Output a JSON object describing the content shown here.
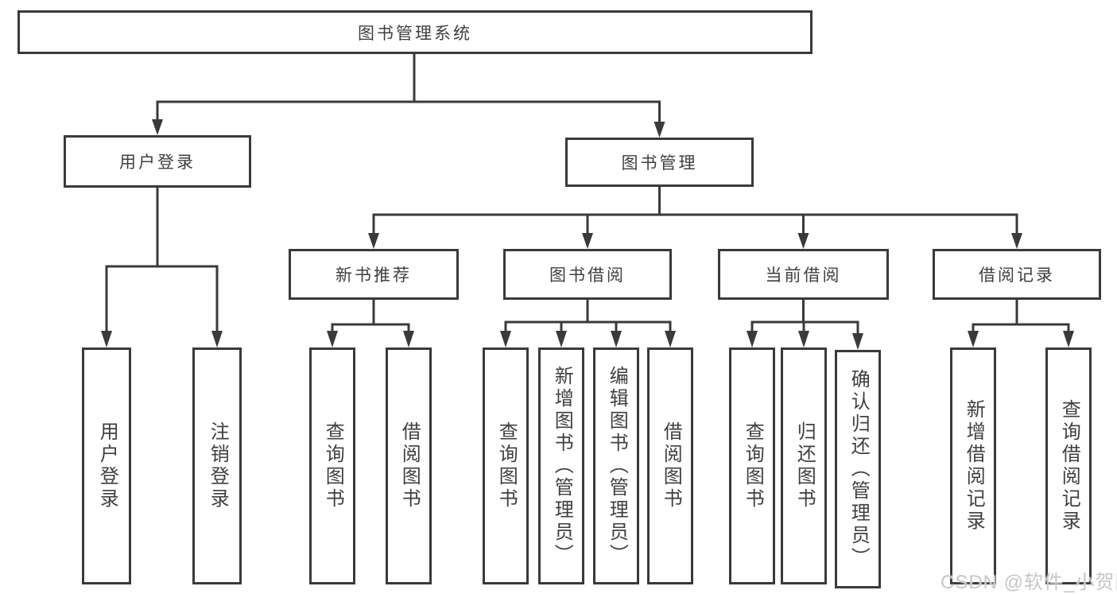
{
  "diagram": {
    "nodes": {
      "root": "图书管理系统",
      "user_login": "用户登录",
      "book_mgmt": "图书管理",
      "new_book": "新书推荐",
      "book_borrow": "图书借阅",
      "current_borrow": "当前借阅",
      "borrow_record": "借阅记录",
      "leaf_user_login": "用户登录",
      "leaf_logout": "注销登录",
      "nb_query": "查询图书",
      "nb_borrow": "借阅图书",
      "bb_query": "查询图书",
      "bb_add": "新增图书（管理员）",
      "bb_edit": "编辑图书（管理员）",
      "bb_borrow": "借阅图书",
      "cb_query": "查询图书",
      "cb_return": "归还图书",
      "cb_confirm": "确认归还（管理员）",
      "br_add": "新增借阅记录",
      "br_query": "查询借阅记录"
    },
    "colors": {
      "line": "#3a3a3a",
      "text": "#3f3f3f",
      "background": "#ffffff",
      "watermark": "#c6c6c6"
    },
    "watermark": "CSDN @软件_小贺同学"
  }
}
